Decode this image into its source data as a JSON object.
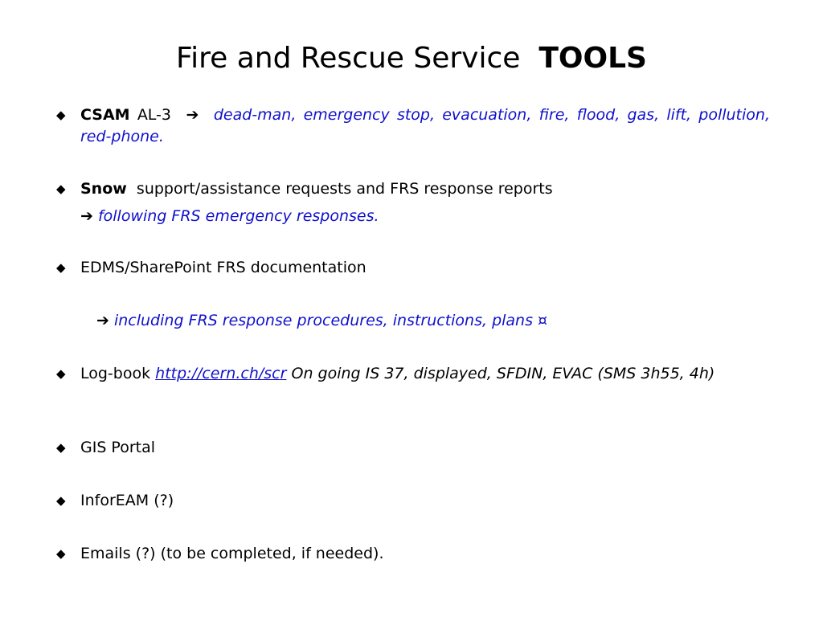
{
  "title": {
    "main": "Fire and Rescue Service",
    "emph": "TOOLS"
  },
  "bullet_symbol": "◆",
  "arrow_symbol": "➔",
  "items": [
    {
      "bold": "CSAM",
      "rest": "AL-3",
      "desc": "dead-man, emergency stop, evacuation, fire, flood, gas, lift, pollution, red-phone."
    },
    {
      "bold": "Snow",
      "rest": "support/assistance requests and FRS response reports",
      "sub": "following FRS emergency responses."
    },
    {
      "text": "EDMS/SharePoint FRS documentation",
      "sub": "including FRS response procedures, instructions, plans ¤"
    },
    {
      "text": "Log-book",
      "link": "http://cern.ch/scr",
      "desc": "On going IS 37,  displayed, SFDIN, EVAC (SMS 3h55, 4h)"
    },
    {
      "text": "GIS Portal"
    },
    {
      "text": "InforEAM (?)"
    },
    {
      "text": "Emails (?) (to be completed, if needed)."
    }
  ]
}
